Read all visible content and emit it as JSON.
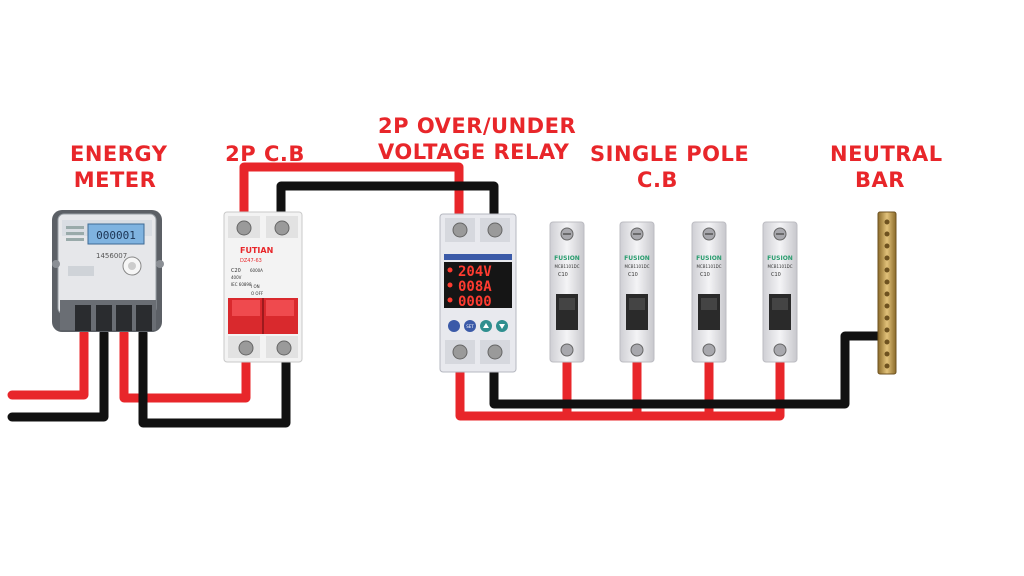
{
  "labels": {
    "energy_meter": [
      "ENERGY",
      "METER"
    ],
    "cb_2p": [
      "2P C.B"
    ],
    "relay": [
      "2P OVER/UNDER",
      "VOLTAGE RELAY"
    ],
    "single_pole": [
      "SINGLE POLE",
      "C.B"
    ],
    "neutral": [
      "NEUTRAL",
      "BAR"
    ]
  },
  "meter": {
    "display": "000001",
    "serial": "1456007"
  },
  "cb_2p": {
    "brand": "FUTIAN",
    "model": "DZ47-63",
    "rating": "C20",
    "voltage": "400V",
    "current": "6000A",
    "standard": "IEC 60898",
    "on_text": "I ON",
    "off_text": "O OFF"
  },
  "relay": {
    "voltage": "204V",
    "current": "008A",
    "power": "0000",
    "set_label": "SET"
  },
  "mcbs": [
    {
      "brand": "FUSION",
      "model": "MCB1101DC",
      "rating": "C10"
    },
    {
      "brand": "FUSION",
      "model": "MCB1101DC",
      "rating": "C10"
    },
    {
      "brand": "FUSION",
      "model": "MCB1101DC",
      "rating": "C10"
    },
    {
      "brand": "FUSION",
      "model": "MCB1101DC",
      "rating": "C10"
    }
  ],
  "colors": {
    "live_wire": "#e8262a",
    "neutral_wire": "#111111",
    "label": "#e8262a",
    "brass": "#c8a04a"
  }
}
